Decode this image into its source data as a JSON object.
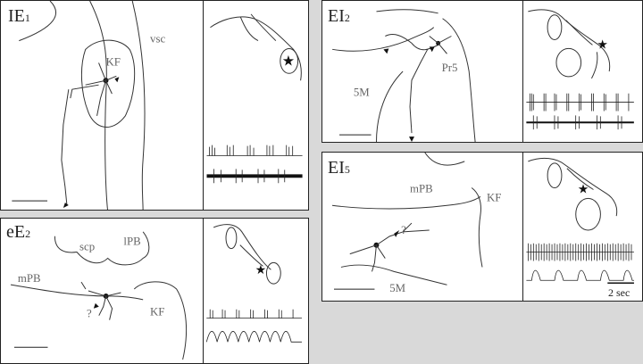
{
  "panels": {
    "ie1": {
      "label": "IE1",
      "label_main": "IE",
      "label_sub": "1",
      "regions": [
        "KF",
        "vsc"
      ]
    },
    "ei2": {
      "label": "EI2",
      "label_main": "EI",
      "label_sub": "2",
      "regions": [
        "5M",
        "Pr5"
      ]
    },
    "ei5": {
      "label": "EI5",
      "label_main": "EI",
      "label_sub": "5",
      "regions": [
        "mPB",
        "KF",
        "5M"
      ],
      "question": "?"
    },
    "ee2": {
      "label": "eE2",
      "label_main": "eE",
      "label_sub": "2",
      "regions": [
        "scp",
        "lPB",
        "mPB",
        "KF"
      ],
      "question": "?"
    }
  },
  "time_scale": "2 sec"
}
